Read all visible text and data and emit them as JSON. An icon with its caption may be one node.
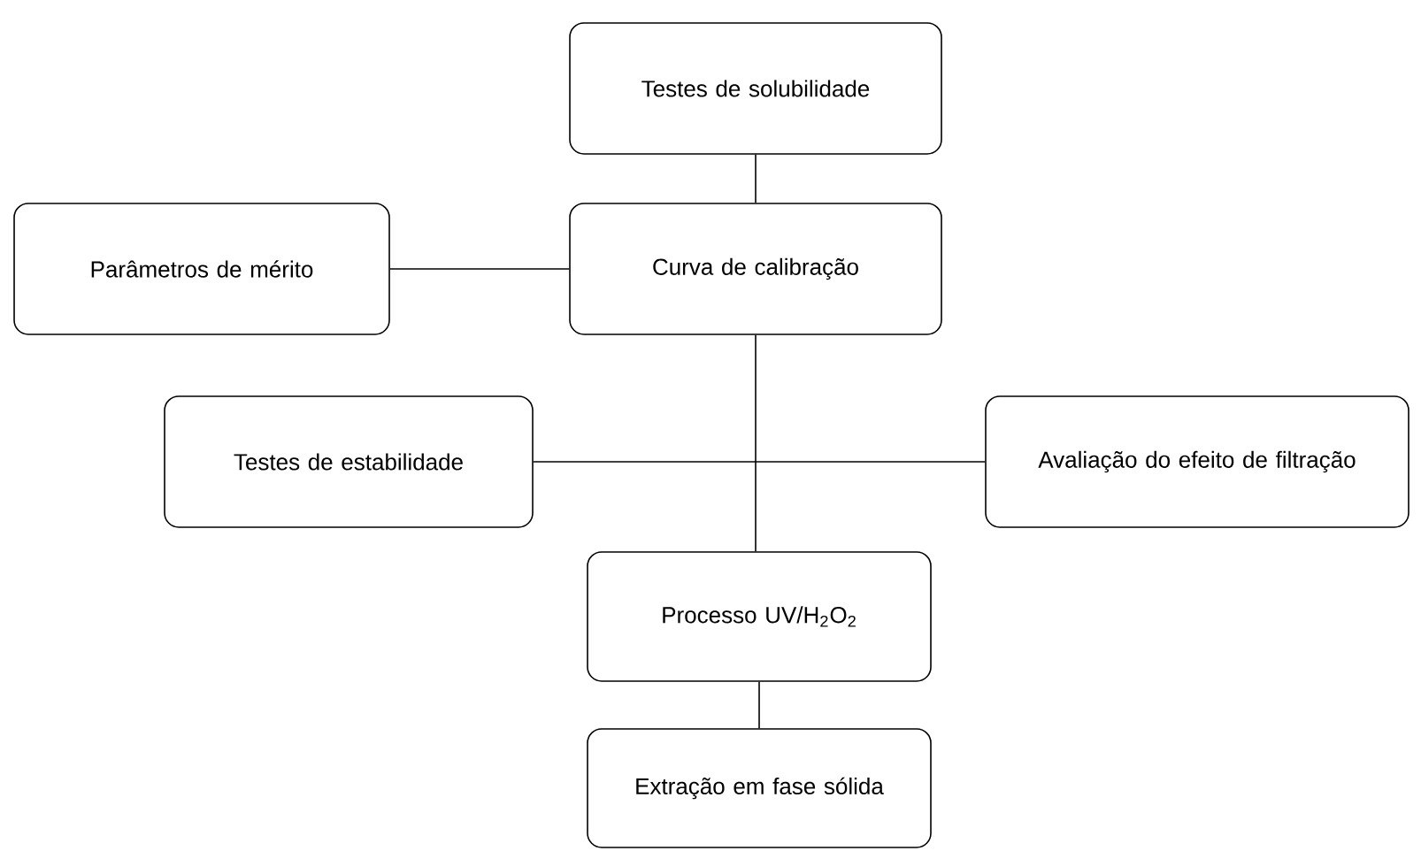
{
  "diagram": {
    "nodes": [
      {
        "text": [
          "Testes de solubilidade"
        ]
      },
      {
        "text": [
          "Parâmetros de mérito"
        ]
      },
      {
        "text": [
          "Curva de calibração"
        ]
      },
      {
        "text": [
          "Testes de estabilidade"
        ]
      },
      {
        "text": [
          "Avaliação do efeito de filtração"
        ]
      },
      {
        "text": [
          "Processo UV/H$_{2}$O$_{2}$"
        ]
      },
      {
        "text": [
          "Extração em fase sólida"
        ]
      }
    ],
    "edges": [
      {
        "from": 0,
        "to": 2,
        "arrow": "none"
      },
      {
        "from": 1,
        "to": 2,
        "arrow": "none"
      },
      {
        "from": 2,
        "to": 5,
        "arrow": "none"
      },
      {
        "from": 3,
        "to": 4,
        "arrow": "none"
      },
      {
        "from": 5,
        "to": 6,
        "arrow": "none"
      }
    ]
  }
}
